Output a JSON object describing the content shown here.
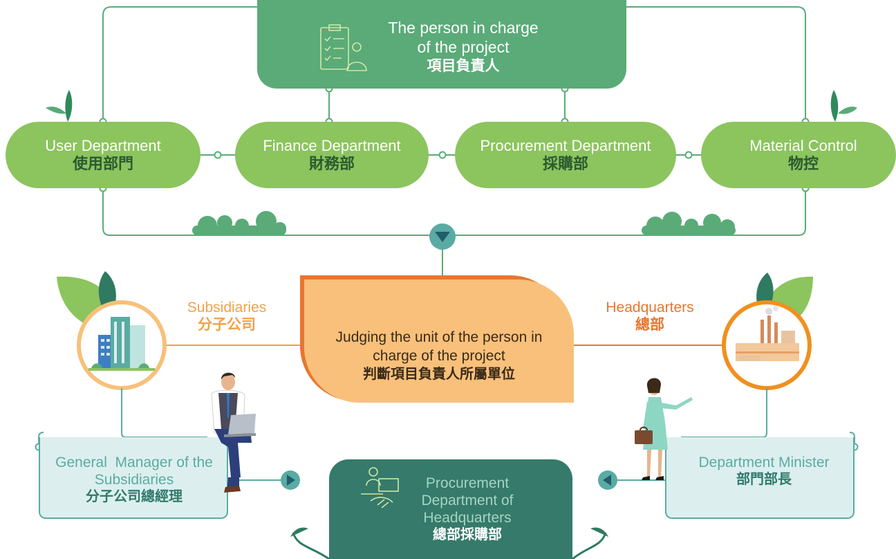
{
  "top": {
    "en": "The person in charge of the project",
    "zh": "項目負責人"
  },
  "departments": [
    {
      "en": "User Department",
      "zh": "使用部門"
    },
    {
      "en": "Finance Department",
      "zh": "財務部"
    },
    {
      "en": "Procurement Department",
      "zh": "採購部"
    },
    {
      "en": "Material Control",
      "zh": "物控"
    }
  ],
  "center": {
    "en": "Judging the unit of the person in charge of the project",
    "zh": "判斷項目負責人所屬單位"
  },
  "subsidiaries": {
    "en": "Subsidiaries",
    "zh": "分子公司"
  },
  "headquarters": {
    "en": "Headquarters",
    "zh": "總部"
  },
  "general_manager": {
    "en": "General  Manager of the Subsidiaries",
    "zh": "分子公司總經理"
  },
  "department_minister": {
    "en": "Department Minister",
    "zh": "部門部長"
  },
  "hq_procurement": {
    "en": "Procurement Department of Headquarters",
    "zh": "總部採購部"
  },
  "colors": {
    "light_green": "#8cc45e",
    "mid_green": "#5aab78",
    "dark_green": "#357a6a",
    "teal_line": "#5aaba3",
    "orange": "#f0a248",
    "light_orange": "#f8c07a",
    "dark_orange": "#e8762e",
    "pale_teal": "#dcefee"
  },
  "icons": [
    "clipboard-person-icon",
    "office-building-icon",
    "factory-icon",
    "handshake-icon",
    "play-right-icon",
    "play-left-icon",
    "chevron-down-icon"
  ]
}
